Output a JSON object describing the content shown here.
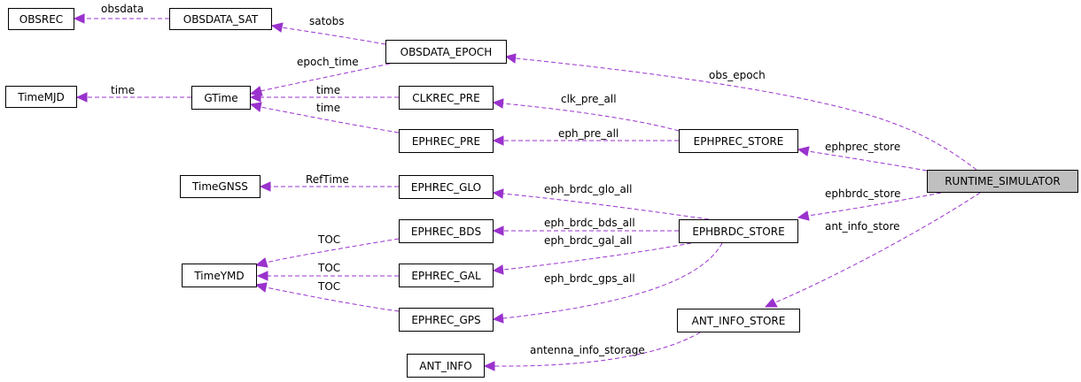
{
  "colors": {
    "edge": "#9a32cd",
    "highlight_node": "#bfbfbf",
    "node_border": "#000000"
  },
  "nodes": {
    "obsrec": "OBSREC",
    "obsdata_sat": "OBSDATA_SAT",
    "obsdata_epoch": "OBSDATA_EPOCH",
    "timemjd": "TimeMJD",
    "gtime": "GTime",
    "clkrec_pre": "CLKREC_PRE",
    "ephrec_pre": "EPHREC_PRE",
    "ephprec_store": "EPHPREC_STORE",
    "runtime_simulator": "RUNTIME_SIMULATOR",
    "timegnss": "TimeGNSS",
    "ephrec_glo": "EPHREC_GLO",
    "ephrec_bds": "EPHREC_BDS",
    "ephbrdc_store": "EPHBRDC_STORE",
    "timeymd": "TimeYMD",
    "ephrec_gal": "EPHREC_GAL",
    "ephrec_gps": "EPHREC_GPS",
    "ant_info_store": "ANT_INFO_STORE",
    "ant_info": "ANT_INFO"
  },
  "edges": {
    "obsdata": "obsdata",
    "satobs": "satobs",
    "epoch_time": "epoch_time",
    "obs_epoch": "obs_epoch",
    "time_mjd": "time",
    "time_clk": "time",
    "time_eph": "time",
    "clk_pre_all": "clk_pre_all",
    "eph_pre_all": "eph_pre_all",
    "ephprec_store": "ephprec_store",
    "reftime": "RefTime",
    "eph_brdc_glo_all": "eph_brdc_glo_all",
    "ephbrdc_store": "ephbrdc_store",
    "toc_bds": "TOC",
    "eph_brdc_bds_all": "eph_brdc_bds_all",
    "ant_info_store": "ant_info_store",
    "eph_brdc_gal_all": "eph_brdc_gal_all",
    "toc_gal": "TOC",
    "toc_gps": "TOC",
    "eph_brdc_gps_all": "eph_brdc_gps_all",
    "antenna_info_storage": "antenna_info_storage"
  }
}
